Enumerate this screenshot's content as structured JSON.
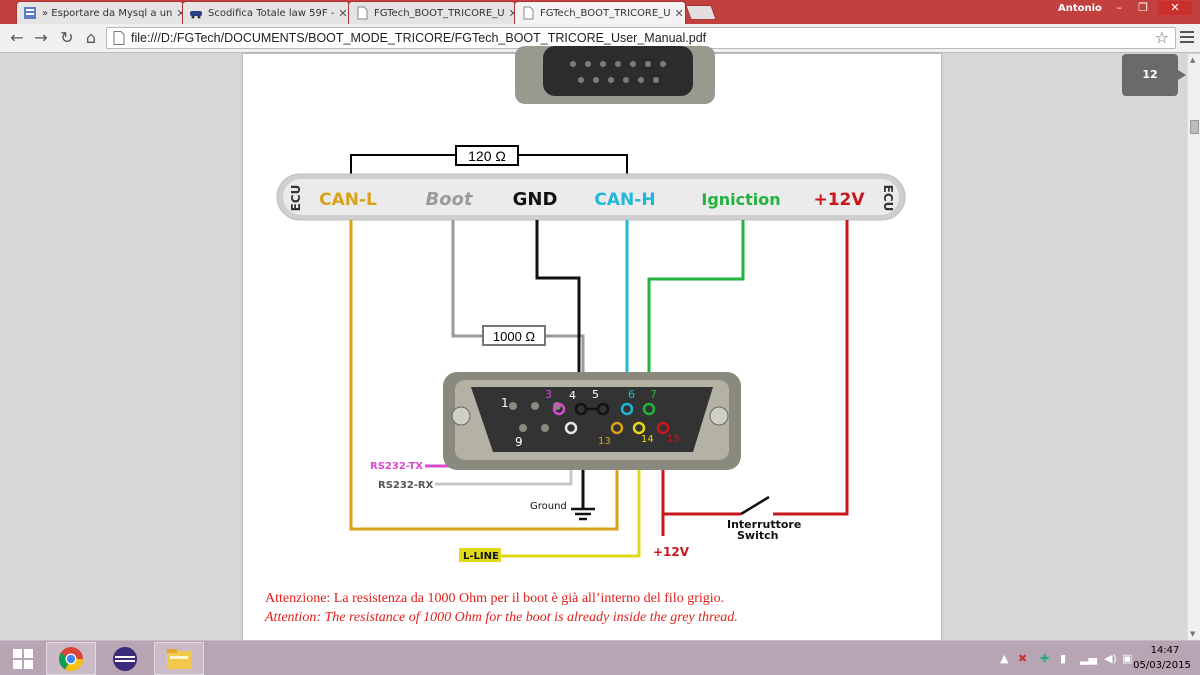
{
  "browser": {
    "tabs": [
      {
        "label": "» Esportare da Mysql a un",
        "icon": "database-favicon",
        "active": false
      },
      {
        "label": "Scodifica Totale law 59F -",
        "icon": "car-favicon",
        "active": false
      },
      {
        "label": "FGTech_BOOT_TRICORE_U",
        "icon": "document-favicon",
        "active": false
      },
      {
        "label": "FGTech_BOOT_TRICORE_U",
        "icon": "document-favicon",
        "active": true
      }
    ],
    "user": "Antonio",
    "url": "file:///D:/FGTech/DOCUMENTS/BOOT_MODE_TRICORE/FGTech_BOOT_TRICORE_User_Manual.pdf",
    "nav_icons": [
      "back-arrow-icon",
      "forward-arrow-icon",
      "reload-icon",
      "home-icon"
    ]
  },
  "viewer": {
    "page_number": "12",
    "diagram": {
      "resistor_top": "120 Ω",
      "resistor_mid": "1000 Ω",
      "ecu_left": "ECU",
      "ecu_right": "ECU",
      "signals": {
        "can_l": "CAN-L",
        "boot": "Boot",
        "gnd": "GND",
        "can_h": "CAN-H",
        "ignition": "Igniction",
        "plus12v": "+12V"
      },
      "pins": {
        "p1": "1",
        "p3": "3",
        "p4": "4",
        "p5": "5",
        "p6": "6",
        "p7": "7",
        "p9": "9",
        "p13": "13",
        "p14": "14",
        "p15": "15"
      },
      "rs232_tx": "RS232-TX",
      "rs232_rx": "RS232-RX",
      "ground": "Ground",
      "l_line": "L-LINE",
      "plus12v_bottom": "+12V",
      "switch_it": "Interruttore",
      "switch_en": "Switch",
      "colors": {
        "can_l": "#d9a21b",
        "boot": "#9a9a9a",
        "gnd": "#111111",
        "can_h": "#1fb8d8",
        "ignition": "#22b33c",
        "plus12v": "#c8161d",
        "rs232_tx": "#d84bd1",
        "l_line": "#e2d81a"
      }
    },
    "caution_it": "Attenzione: La resistenza da 1000 Ohm per il boot è già all’interno del filo grigio.",
    "caution_en": "Attention:    The resistance of 1000 Ohm for the boot is already inside the grey thread."
  },
  "taskbar": {
    "apps": [
      "windows-start-icon",
      "chrome-icon",
      "eclipse-icon",
      "file-explorer-icon"
    ],
    "time": "14:47",
    "date": "05/03/2015"
  }
}
